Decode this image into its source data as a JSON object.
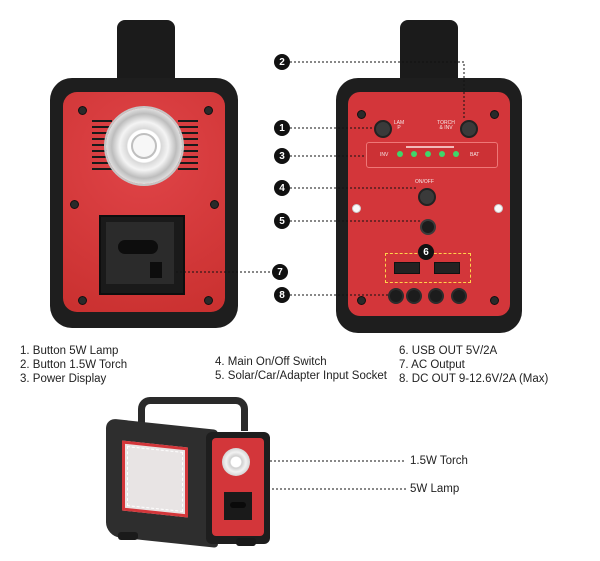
{
  "legend": {
    "col1": [
      "1. Button 5W Lamp",
      "2. Button 1.5W Torch",
      "3. Power Display"
    ],
    "col2": [
      "4. Main On/Off Switch",
      "5. Solar/Car/Adapter Input Socket"
    ],
    "col3": [
      "6. USB OUT 5V/2A",
      "7. AC Output",
      "8. DC OUT 9-12.6V/2A (Max)"
    ]
  },
  "callouts": [
    "1",
    "2",
    "3",
    "4",
    "5",
    "6",
    "7",
    "8"
  ],
  "panel_labels": {
    "lamp": "LAM\nP",
    "torch": "TORCH\n& INV",
    "inv": "INV",
    "bat": "BAT",
    "onoff": "ON/OFF"
  },
  "product_labels": {
    "torch": "1.5W Torch",
    "lamp": "5W Lamp"
  },
  "colors": {
    "panel_red": "#d3363a",
    "body_black": "#1e1e1e",
    "led_green": "#3fd66a"
  }
}
